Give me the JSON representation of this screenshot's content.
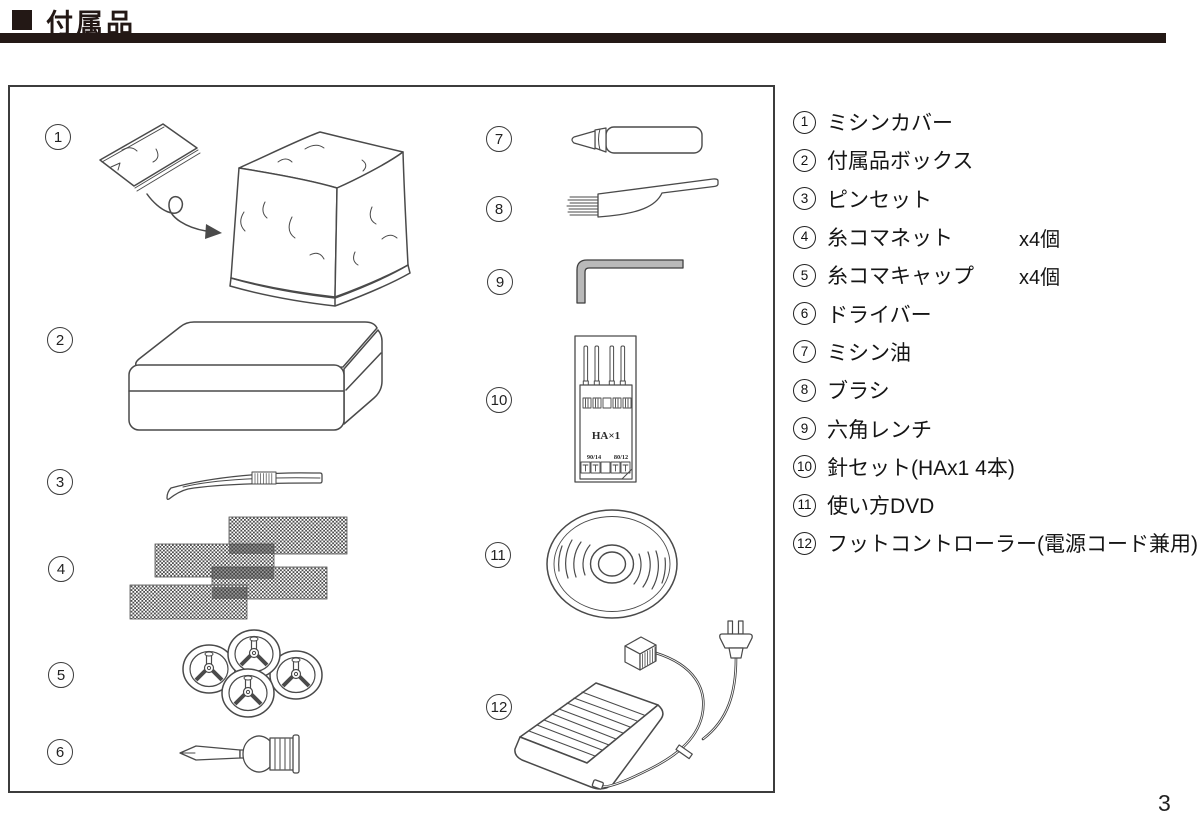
{
  "header": {
    "title": "付属品",
    "bar_color": "#231815"
  },
  "page_number": "3",
  "colors": {
    "line_art": "#4a4a4a",
    "header_bar": "#231815"
  },
  "items": [
    {
      "num": "1",
      "label": "ミシンカバー",
      "qty": ""
    },
    {
      "num": "2",
      "label": "付属品ボックス",
      "qty": ""
    },
    {
      "num": "3",
      "label": "ピンセット",
      "qty": ""
    },
    {
      "num": "4",
      "label": "糸コマネット",
      "qty": "x4個"
    },
    {
      "num": "5",
      "label": "糸コマキャップ",
      "qty": "x4個"
    },
    {
      "num": "6",
      "label": "ドライバー",
      "qty": ""
    },
    {
      "num": "7",
      "label": "ミシン油",
      "qty": ""
    },
    {
      "num": "8",
      "label": "ブラシ",
      "qty": ""
    },
    {
      "num": "9",
      "label": "六角レンチ",
      "qty": ""
    },
    {
      "num": "10",
      "label": "針セット(HAx1 4本)",
      "qty": ""
    },
    {
      "num": "11",
      "label": "使い方DVD",
      "qty": ""
    },
    {
      "num": "12",
      "label": "フットコントローラー(電源コード兼用)",
      "qty": ""
    }
  ],
  "needle_pack": {
    "model": "HA×1",
    "size_left": "90/14",
    "size_right": "80/12"
  }
}
